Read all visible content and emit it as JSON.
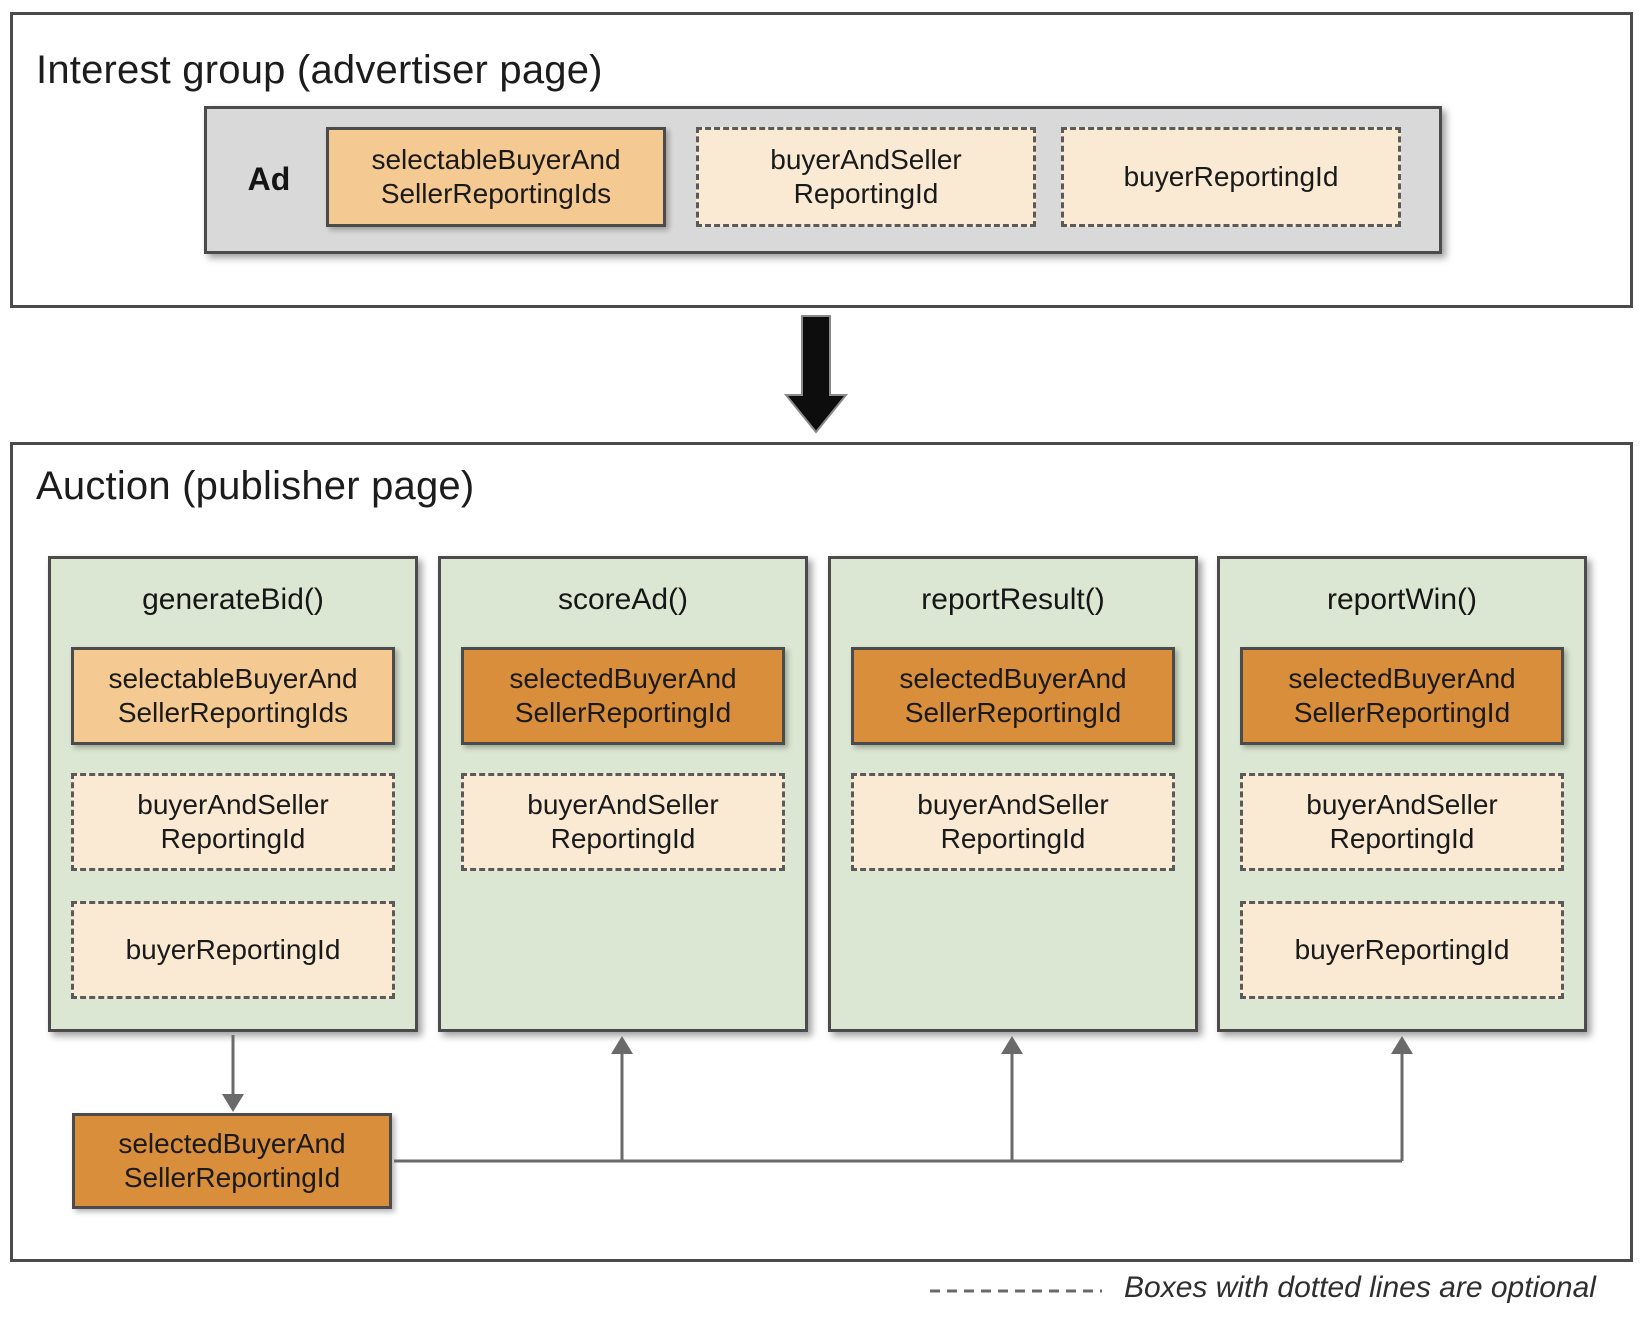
{
  "interest_group": {
    "title": "Interest group (advertiser page)",
    "ad_label": "Ad",
    "boxes": [
      {
        "label": "selectableBuyerAnd\nSellerReportingIds",
        "optional": false
      },
      {
        "label": "buyerAndSeller\nReportingId",
        "optional": true
      },
      {
        "label": "buyerReportingId",
        "optional": true
      }
    ]
  },
  "auction": {
    "title": "Auction (publisher page)",
    "columns": [
      {
        "name": "generateBid()",
        "boxes": [
          {
            "label": "selectableBuyerAnd\nSellerReportingIds",
            "optional": false
          },
          {
            "label": "buyerAndSeller\nReportingId",
            "optional": true
          },
          {
            "label": "buyerReportingId",
            "optional": true
          }
        ]
      },
      {
        "name": "scoreAd()",
        "boxes": [
          {
            "label": "selectedBuyerAnd\nSellerReportingId",
            "optional": false
          },
          {
            "label": "buyerAndSeller\nReportingId",
            "optional": true
          }
        ]
      },
      {
        "name": "reportResult()",
        "boxes": [
          {
            "label": "selectedBuyerAnd\nSellerReportingId",
            "optional": false
          },
          {
            "label": "buyerAndSeller\nReportingId",
            "optional": true
          }
        ]
      },
      {
        "name": "reportWin()",
        "boxes": [
          {
            "label": "selectedBuyerAnd\nSellerReportingId",
            "optional": false
          },
          {
            "label": "buyerAndSeller\nReportingId",
            "optional": true
          },
          {
            "label": "buyerReportingId",
            "optional": true
          }
        ]
      }
    ],
    "selected_output": {
      "label": "selectedBuyerAnd\nSellerReportingId"
    }
  },
  "legend": {
    "text": "Boxes with dotted lines are optional"
  },
  "colors": {
    "panel-border": "#4b4b4b",
    "gray-fill": "#d9d9d9",
    "green-fill": "#dbe7d2",
    "tan-fill": "#f5c992",
    "orange-fill": "#d98e3c",
    "cream-fill": "#faead4",
    "connector": "#6a6a6a",
    "text": "#1f1f1f"
  }
}
